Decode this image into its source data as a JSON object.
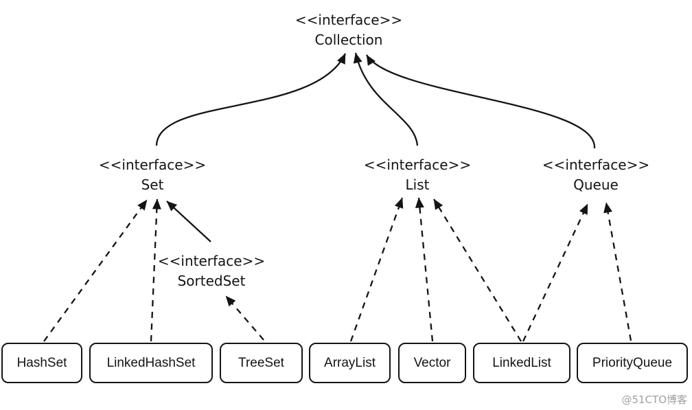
{
  "interfaces": {
    "collection": {
      "stereotype": "<<interface>>",
      "name": "Collection"
    },
    "set": {
      "stereotype": "<<interface>>",
      "name": "Set"
    },
    "list": {
      "stereotype": "<<interface>>",
      "name": "List"
    },
    "queue": {
      "stereotype": "<<interface>>",
      "name": "Queue"
    },
    "sortedset": {
      "stereotype": "<<interface>>",
      "name": "SortedSet"
    }
  },
  "classes": [
    {
      "name": "HashSet"
    },
    {
      "name": "LinkedHashSet"
    },
    {
      "name": "TreeSet"
    },
    {
      "name": "ArrayList"
    },
    {
      "name": "Vector"
    },
    {
      "name": "LinkedList"
    },
    {
      "name": "PriorityQueue"
    }
  ],
  "edges": [
    {
      "from": "Set",
      "to": "Collection",
      "style": "solid-curve"
    },
    {
      "from": "List",
      "to": "Collection",
      "style": "solid-curve"
    },
    {
      "from": "Queue",
      "to": "Collection",
      "style": "solid-curve"
    },
    {
      "from": "HashSet",
      "to": "Set",
      "style": "dashed"
    },
    {
      "from": "LinkedHashSet",
      "to": "Set",
      "style": "dashed"
    },
    {
      "from": "SortedSet",
      "to": "Set",
      "style": "solid"
    },
    {
      "from": "TreeSet",
      "to": "SortedSet",
      "style": "dashed"
    },
    {
      "from": "ArrayList",
      "to": "List",
      "style": "dashed"
    },
    {
      "from": "Vector",
      "to": "List",
      "style": "dashed"
    },
    {
      "from": "LinkedList",
      "to": "List",
      "style": "dashed"
    },
    {
      "from": "LinkedList",
      "to": "Queue",
      "style": "dashed"
    },
    {
      "from": "PriorityQueue",
      "to": "Queue",
      "style": "dashed"
    }
  ],
  "watermark": "@51CTO博客",
  "colors": {
    "line": "#141414",
    "background": "#ffffff",
    "watermark": "#a0a0a0"
  }
}
